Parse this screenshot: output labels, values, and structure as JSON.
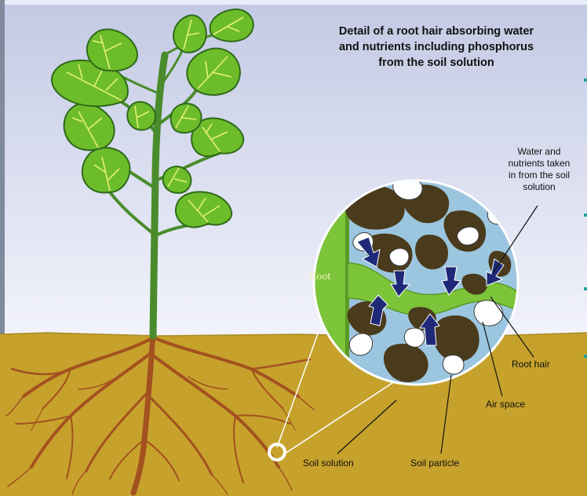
{
  "title_lines": [
    "Detail of a root hair absorbing water",
    "and nutrients including phosphorus",
    "from the soil solution"
  ],
  "labels": {
    "water_lines": [
      "Water and",
      "nutrients taken",
      "in from the soil",
      "solution"
    ],
    "root": "Root",
    "root_hair": "Root hair",
    "air_space": "Air space",
    "soil_solution": "Soil solution",
    "soil_particle": "Soil particle"
  },
  "colors": {
    "sky_top": "#c5cbe6",
    "sky_bottom": "#eef0fa",
    "soil": "#c7a32a",
    "roots": "#a0501f",
    "leaf": "#6fbf2a",
    "leaf_vein": "#e7f07a",
    "stem": "#4b8a2a",
    "root_tissue": "#7cc43a",
    "soil_solution_blue": "#9cc6df",
    "soil_particle": "#4a3b1c",
    "arrow": "#1e2a78"
  }
}
